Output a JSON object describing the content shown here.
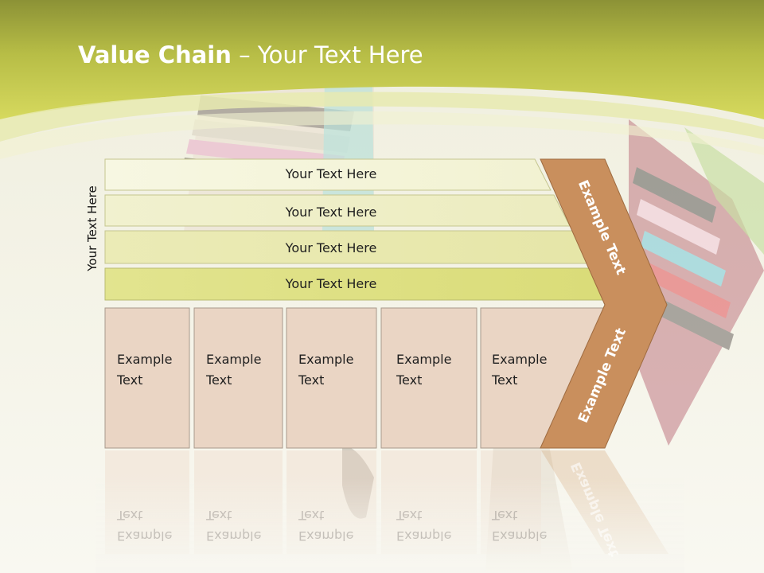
{
  "title": {
    "bold": "Value Chain",
    "rest": " – Your Text Here"
  },
  "side_label": "Your Text Here",
  "bars": [
    "Your Text Here",
    "Your Text Here",
    "Your Text Here",
    "Your Text Here"
  ],
  "boxes": [
    {
      "line1": "Example",
      "line2": "Text"
    },
    {
      "line1": "Example",
      "line2": "Text"
    },
    {
      "line1": "Example",
      "line2": "Text"
    },
    {
      "line1": "Example",
      "line2": "Text"
    },
    {
      "line1": "Example",
      "line2": "Text"
    }
  ],
  "chevron": {
    "upper": "Example Text",
    "lower": "Example Text"
  },
  "colors": {
    "header_green": "#d4d656",
    "bar_light": "#f6f6dc",
    "bar_dark": "#dfe08a",
    "box_fill": "#e9d4c3",
    "chevron": "#c98f5d"
  }
}
